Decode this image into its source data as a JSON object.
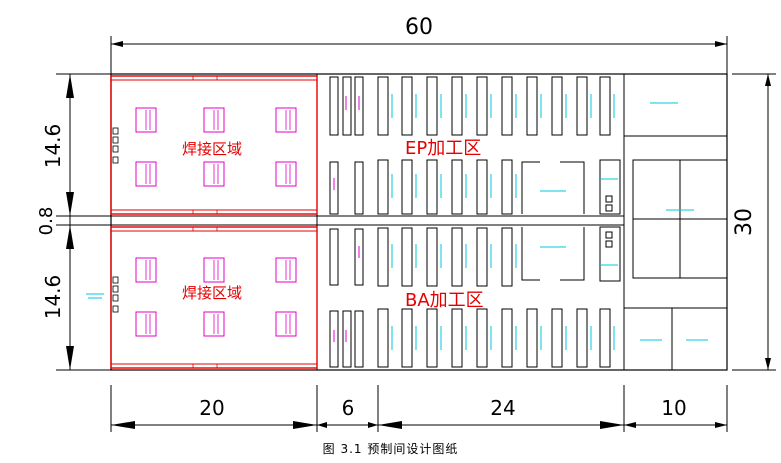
{
  "dimensions": {
    "total_length": "60",
    "total_width": "30",
    "left_top_height": "14.6",
    "left_gap": "0.8",
    "left_bottom_height": "14.6",
    "bottom_welding": "20",
    "bottom_aisle": "6",
    "bottom_processing": "24",
    "bottom_right": "10"
  },
  "zones": {
    "welding_top": "焊接区域",
    "welding_bottom": "焊接区域",
    "process_ep": "EP加工区",
    "process_ba": "BA加工区"
  },
  "caption": "图 3.1 预制间设计图纸",
  "colors": {
    "wall": "#e60000",
    "equipment_pink": "#e000c8",
    "label_cyan": "#00c8e0",
    "line": "#000000"
  }
}
